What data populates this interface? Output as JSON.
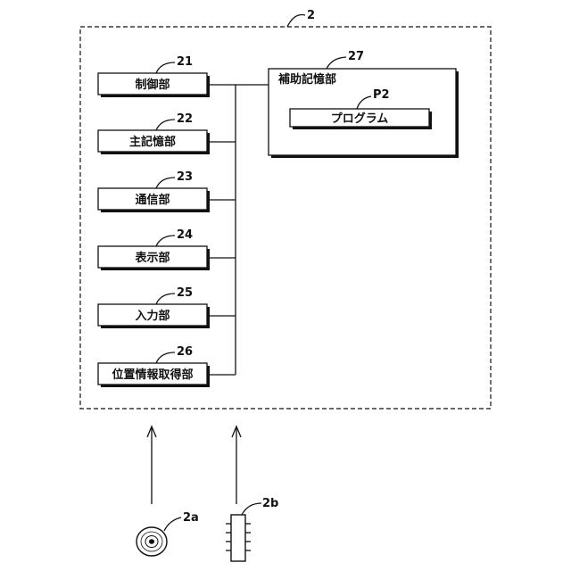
{
  "device": {
    "ref": "2"
  },
  "blocks": [
    {
      "id": "control",
      "label": "制御部",
      "ref": "21"
    },
    {
      "id": "main-memory",
      "label": "主記憶部",
      "ref": "22"
    },
    {
      "id": "communication",
      "label": "通信部",
      "ref": "23"
    },
    {
      "id": "display",
      "label": "表示部",
      "ref": "24"
    },
    {
      "id": "input",
      "label": "入力部",
      "ref": "25"
    },
    {
      "id": "position",
      "label": "位置情報取得部",
      "ref": "26"
    }
  ],
  "auxiliary": {
    "label": "補助記憶部",
    "ref": "27",
    "program": {
      "label": "プログラム",
      "ref": "P2"
    }
  },
  "media": [
    {
      "id": "disc",
      "ref": "2a",
      "icon": "disc-icon"
    },
    {
      "id": "memory-chip",
      "ref": "2b",
      "icon": "chip-icon"
    }
  ]
}
